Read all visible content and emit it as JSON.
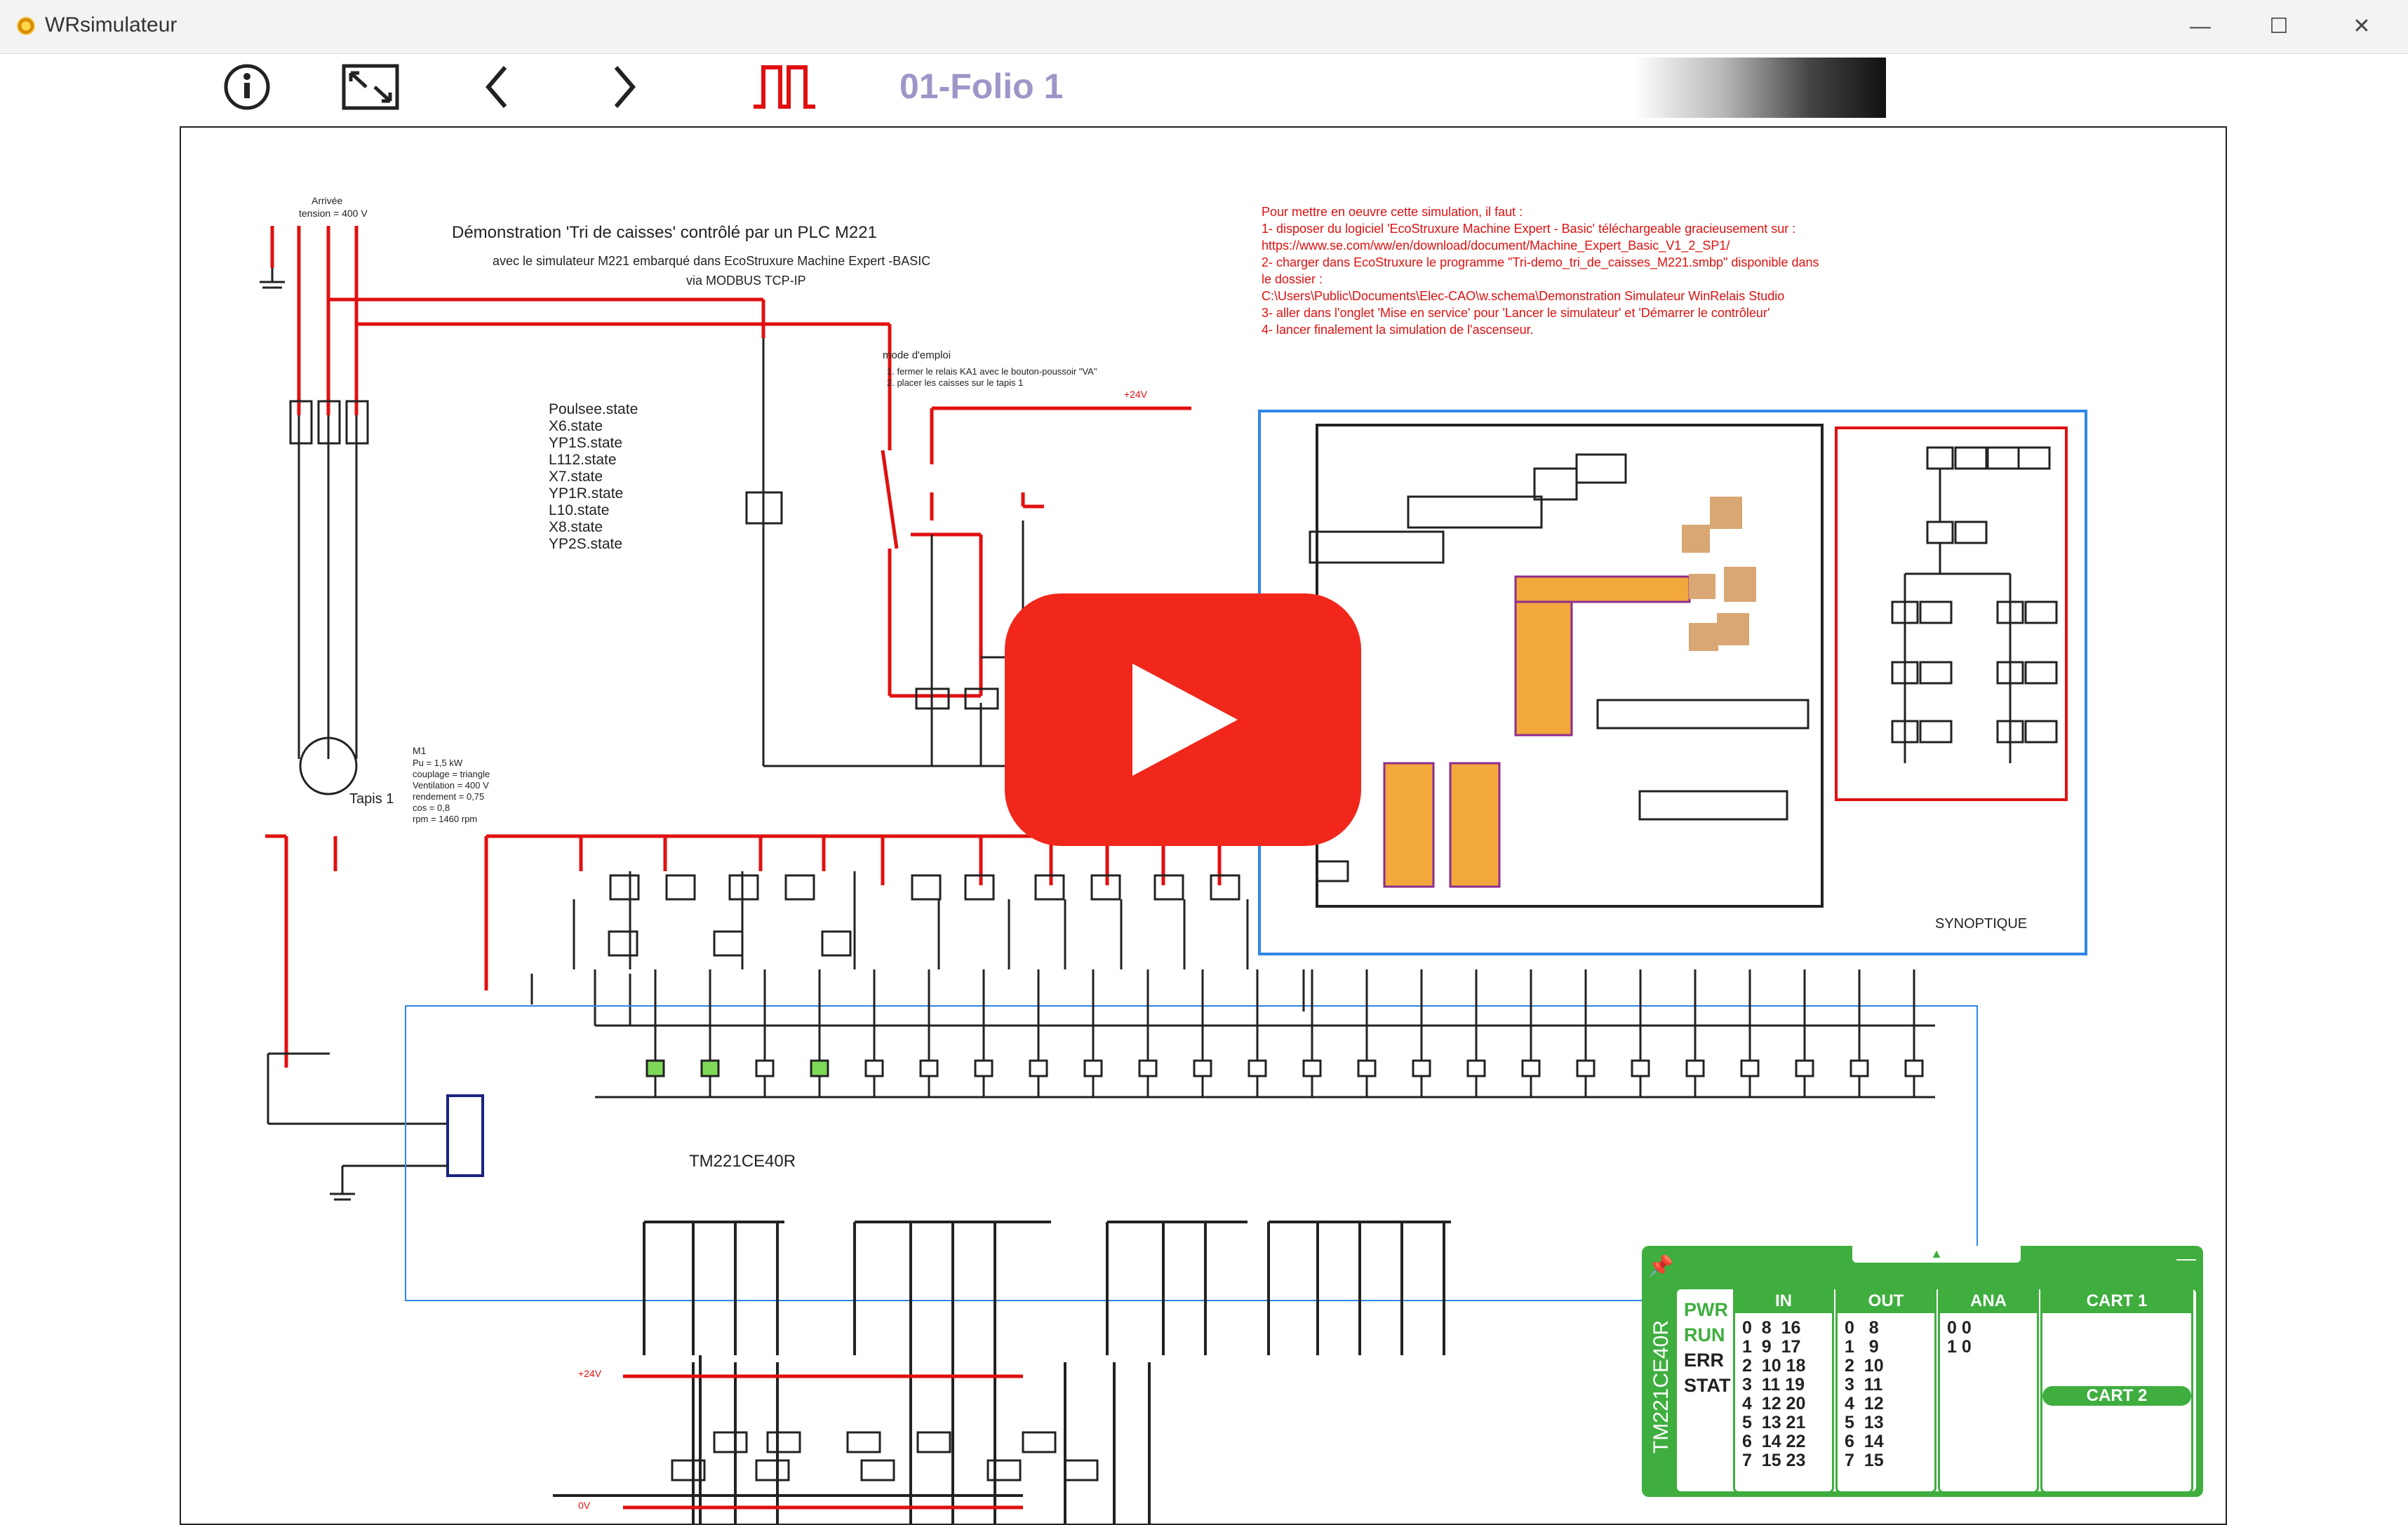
{
  "window": {
    "title": "WRsimulateur",
    "minimize": "—",
    "maximize": "☐",
    "close": "✕"
  },
  "toolbar": {
    "icons": [
      "info-icon",
      "fullscreen-icon",
      "previous-icon",
      "next-icon",
      "signal-icon"
    ],
    "folio_title": "01-Folio 1"
  },
  "schematic": {
    "title": "Démonstration 'Tri de caisses' contrôlé par un PLC M221",
    "subtitle1": "avec le simulateur M221 embarqué dans EcoStruxure Machine Expert -BASIC",
    "subtitle2": "via MODBUS TCP-IP",
    "arrivee": "Arrivée",
    "tension": "tension = 400 V",
    "mode_emploi": "mode d'emploi",
    "mode_1": "1. fermer le relais KA1 avec le bouton-poussoir \"VA\"",
    "mode_2": "2. placer les caisses sur le tapis 1",
    "plus24_top": "+24V",
    "motor": "M1",
    "motor_props": "Pu = 1,5 kW\ncouplage = triangle\nVentilation = 400 V\nrendement = 0,75\ncos = 0,8\nrpm = 1460 rpm",
    "motor_label": "Tapis 1",
    "plc_model": "TM221CE40R",
    "plus24_bottom": "+24V",
    "zero_v": "0V",
    "synoptic_label": "SYNOPTIQUE",
    "state_list": [
      "Poulsee.state",
      "X6.state",
      "YP1S.state",
      "L112.state",
      "X7.state",
      "YP1R.state",
      "L10.state",
      "X8.state",
      "YP2S.state"
    ],
    "instructions": [
      "Pour mettre en oeuvre cette simulation, il faut :",
      "1- disposer du logiciel 'EcoStruxure Machine Expert - Basic' téléchargeable gracieusement sur :",
      "https://www.se.com/ww/en/download/document/Machine_Expert_Basic_V1_2_SP1/",
      "2- charger dans EcoStruxure le programme \"Tri-demo_tri_de_caisses_M221.smbp\" disponible dans",
      "le dossier :",
      "C:\\Users\\Public\\Documents\\Elec-CAO\\w.schema\\Demonstration Simulateur WinRelais Studio",
      "3- aller dans l'onglet 'Mise en service' pour 'Lancer le simulateur' et 'Démarrer le contrôleur'",
      "4- lancer finalement la simulation de l'ascenseur."
    ]
  },
  "plc_panel": {
    "model": "TM221CE40R",
    "leds": {
      "pwr": "PWR",
      "run": "RUN",
      "err": "ERR",
      "stat": "STAT"
    },
    "columns": {
      "in": "IN",
      "out": "OUT",
      "ana": "ANA",
      "cart1": "CART 1",
      "cart2": "CART 2"
    },
    "in_values": "0  8  16\n1  9  17\n2  10 18\n3  11 19\n4  12 20\n5  13 21\n6  14 22\n7  15 23",
    "out_values": "0   8\n1   9\n2  10\n3  11\n4  12\n5  13\n6  14\n7  15",
    "ana_values": "0 0\n1 0",
    "colors": {
      "panel": "#3fae3f",
      "pwr": "#3fae3f",
      "run": "#3fae3f",
      "err": "#222222",
      "stat": "#222222"
    }
  },
  "video_overlay": {
    "icon": "play-icon",
    "color": "#f1271b"
  }
}
